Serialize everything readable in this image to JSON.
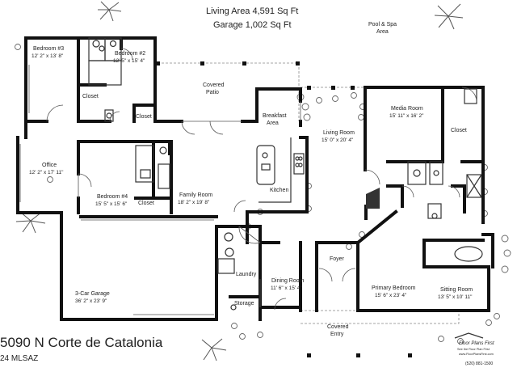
{
  "header": {
    "living_area": "Living Area 4,591 Sq Ft",
    "garage": "Garage  1,002 Sq Ft"
  },
  "address": "5090 N Corte de Catalonia",
  "mls_text": "24 MLSAZ",
  "rooms": {
    "bedroom3": {
      "name": "Bedroom #3",
      "dims": "12' 2\" x 13' 8\""
    },
    "bedroom2": {
      "name": "Bedroom #2",
      "dims": "12' 5\" x 15' 4\""
    },
    "closet_b3": {
      "name": "Closet"
    },
    "closet_b2": {
      "name": "Closet"
    },
    "office": {
      "name": "Office",
      "dims": "12' 2\" x 17' 11\""
    },
    "bedroom4": {
      "name": "Bedroom #4",
      "dims": "15' 5\" x 15' 6\""
    },
    "closet_b4": {
      "name": "Closet"
    },
    "family": {
      "name": "Family Room",
      "dims": "18' 2\" x 19' 8\""
    },
    "covered_patio": {
      "name": "Covered",
      "name2": "Patio"
    },
    "breakfast": {
      "name": "Breakfast",
      "name2": "Area"
    },
    "kitchen": {
      "name": "Kitchen"
    },
    "living": {
      "name": "Living Room",
      "dims": "15' 0\" x 20' 4\""
    },
    "media": {
      "name": "Media Room",
      "dims": "15' 11\" x 16' 2\""
    },
    "closet_primary": {
      "name": "Closet"
    },
    "pool": {
      "name": "Pool & Spa",
      "name2": "Area"
    },
    "garage": {
      "name": "3-Car Garage",
      "dims": "36' 2\" x 23' 9\""
    },
    "laundry": {
      "name": "Laundry"
    },
    "storage": {
      "name": "Storage"
    },
    "dining": {
      "name": "Dining Room",
      "dims": "11' 6\" x 15' 4\""
    },
    "foyer": {
      "name": "Foyer"
    },
    "primary": {
      "name": "Primary Bedroom",
      "dims": "15' 6\" x 23' 4\""
    },
    "sitting": {
      "name": "Sitting Room",
      "dims": "13' 5\" x 10' 11\""
    },
    "entry": {
      "name": "Covered",
      "name2": "Entry"
    }
  },
  "brand": {
    "name": "Floor Plans First",
    "tagline": "See the Floor Plan First",
    "site": "www.FloorPlansFirst.com",
    "phone": "(520) 881-1500"
  },
  "colors": {
    "wall": "#111111",
    "text": "#222222",
    "background": "#ffffff"
  }
}
